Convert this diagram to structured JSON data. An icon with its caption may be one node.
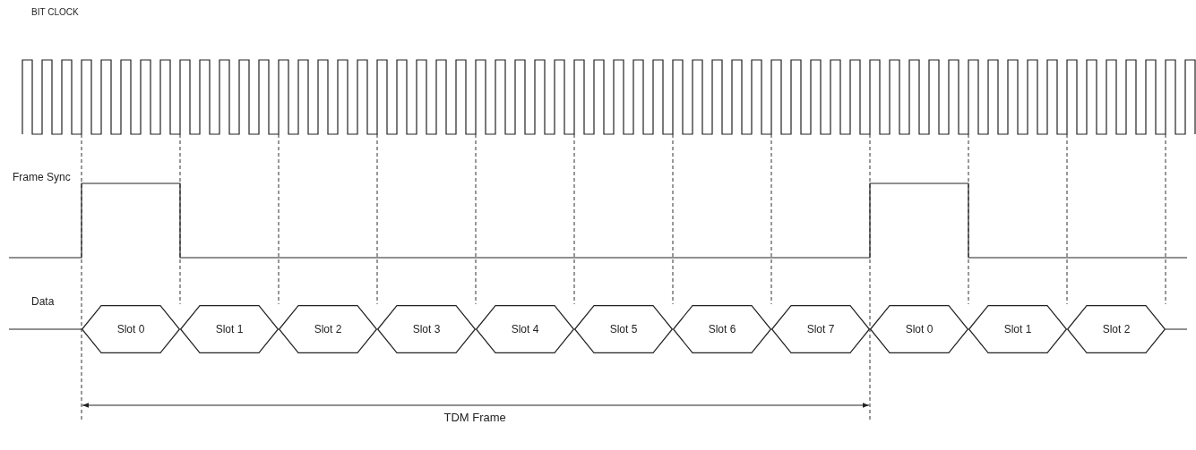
{
  "diagram": {
    "nodes": [
      {
        "text": [
          "Slot 0"
        ]
      },
      {
        "text": [
          "Slot 1"
        ]
      },
      {
        "text": [
          "Slot 2"
        ]
      },
      {
        "text": [
          "Slot 3"
        ]
      },
      {
        "text": [
          "Slot 4"
        ]
      },
      {
        "text": [
          "Slot 5"
        ]
      },
      {
        "text": [
          "Slot 6"
        ]
      },
      {
        "text": [
          "Slot 7"
        ]
      },
      {
        "text": [
          "Slot 0"
        ]
      },
      {
        "text": [
          "Slot 1"
        ]
      },
      {
        "text": [
          "Slot 2"
        ]
      }
    ],
    "edges": [],
    "labels": [
      "BIT CLOCK",
      "Frame Sync",
      "Data",
      "TDM Frame"
    ]
  }
}
